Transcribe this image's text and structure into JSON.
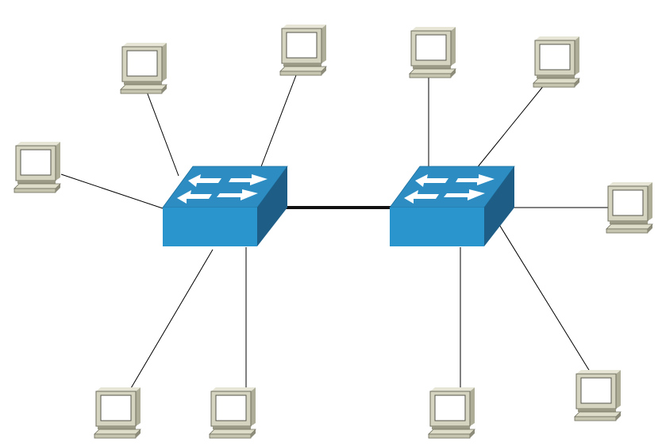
{
  "diagram": {
    "type": "network-topology",
    "colors": {
      "background": "#ffffff",
      "switch_front": "#2a95cc",
      "switch_top": "#2d8dc2",
      "switch_side": "#1e5d86",
      "arrow": "#ffffff",
      "pc_body": "#d5d4c0",
      "pc_screen": "#ffffff",
      "pc_shadow": "#8d8c7a",
      "link": "#000000",
      "trunk": "#111111"
    },
    "switches": [
      {
        "id": "switch-left",
        "icon": "network-switch-icon",
        "ports": 5
      },
      {
        "id": "switch-right",
        "icon": "network-switch-icon",
        "ports": 5
      }
    ],
    "computers": [
      {
        "id": "pc-1",
        "switch": "switch-left",
        "icon": "computer-icon"
      },
      {
        "id": "pc-2",
        "switch": "switch-left",
        "icon": "computer-icon"
      },
      {
        "id": "pc-3",
        "switch": "switch-left",
        "icon": "computer-icon"
      },
      {
        "id": "pc-4",
        "switch": "switch-left",
        "icon": "computer-icon"
      },
      {
        "id": "pc-5",
        "switch": "switch-left",
        "icon": "computer-icon"
      },
      {
        "id": "pc-6",
        "switch": "switch-right",
        "icon": "computer-icon"
      },
      {
        "id": "pc-7",
        "switch": "switch-right",
        "icon": "computer-icon"
      },
      {
        "id": "pc-8",
        "switch": "switch-right",
        "icon": "computer-icon"
      },
      {
        "id": "pc-9",
        "switch": "switch-right",
        "icon": "computer-icon"
      },
      {
        "id": "pc-10",
        "switch": "switch-right",
        "icon": "computer-icon"
      }
    ],
    "links": [
      {
        "from": "switch-left",
        "to": "switch-right",
        "kind": "trunk"
      }
    ]
  }
}
